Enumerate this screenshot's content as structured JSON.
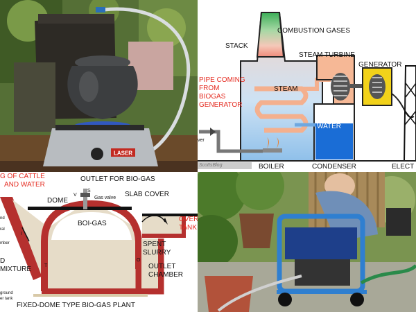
{
  "photo_stove": {
    "burner_brand": "LASER"
  },
  "power_plant": {
    "stack": "STACK",
    "combustion_gases": "COMBUSTION GASES",
    "steam_turbine": "STEAM TURBINE",
    "generator": "GENERATOR",
    "steam": "STEAM",
    "water": "WATER",
    "pipe_line1": "PIPE COMING",
    "pipe_line2": "FROM",
    "pipe_line3": "BIOGAS",
    "pipe_line4": "GENERATOR",
    "boiler": "BOILER",
    "condenser": "CONDENSER",
    "electricity_partial": "ELECT",
    "left_partial": "ver",
    "watermark": "ScottsBlog"
  },
  "dome_plant": {
    "dung_line1": "G OF CATTLE",
    "dung_line2": "AND WATER",
    "outlet_for_biogas": "OUTLET FOR BIO-GAS",
    "slab_cover": "SLAB COVER",
    "dome": "DOME",
    "gas_valve": "Gas valve",
    "valve_s": "S",
    "valve_v": "V",
    "boi_gas": "BOI-GAS",
    "overflow_line1": "OVERFLOW",
    "overflow_line2": "TANK",
    "spent_line1": "SPENT",
    "spent_line2": "SLURRY",
    "outlet_line1": "OUTLET",
    "outlet_line2": "CHAMBER",
    "mixture_line1": "D",
    "mixture_line2": "MIXTURE",
    "left_line1": "nd",
    "left_line2": "ral",
    "left_line3": "mber",
    "ground_line1": "ground",
    "ground_line2": "er tank",
    "mark_o": "O",
    "mark_t": "T",
    "mark_i": "I",
    "caption": "FIXED-DOME TYPE BIO-GAS PLANT"
  },
  "colors": {
    "label_red": "#e52d22",
    "label_black": "#111111",
    "brick": "#b5302e",
    "slurry": "#e6dcc8",
    "condenser_blue": "#1a6dd6",
    "generator_yellow": "#f2d21a",
    "steam_salmon": "#f4b08e"
  }
}
